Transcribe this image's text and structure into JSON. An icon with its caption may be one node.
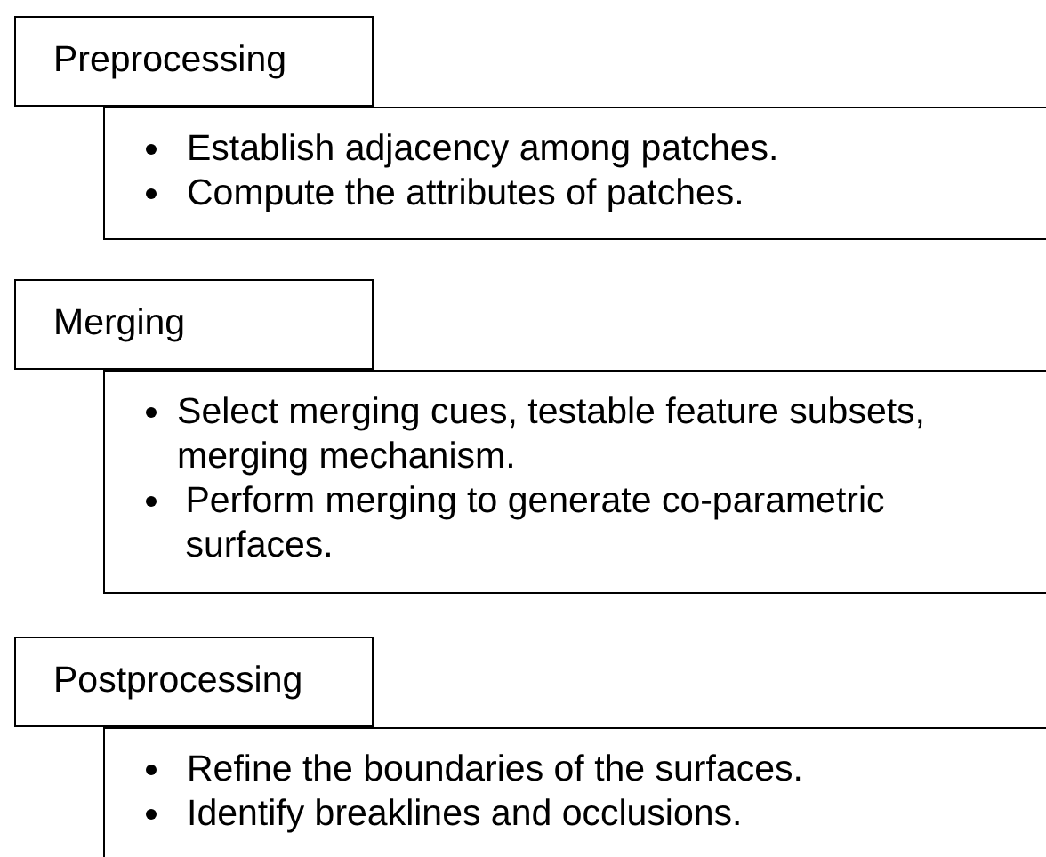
{
  "diagram": {
    "nodes": [
      {
        "text": [
          "Preprocessing"
        ]
      },
      {
        "text": [
          "Establish adjacency among patches.",
          "Compute the attributes of patches."
        ]
      },
      {
        "text": [
          "Merging"
        ]
      },
      {
        "text": [
          "Select merging cues, testable feature subsets, merging mechanism.",
          "Perform merging to generate co-parametric surfaces."
        ]
      },
      {
        "text": [
          "Postprocessing"
        ]
      },
      {
        "text": [
          "Refine the boundaries of the surfaces.",
          "Identify breaklines and occlusions."
        ]
      }
    ]
  }
}
